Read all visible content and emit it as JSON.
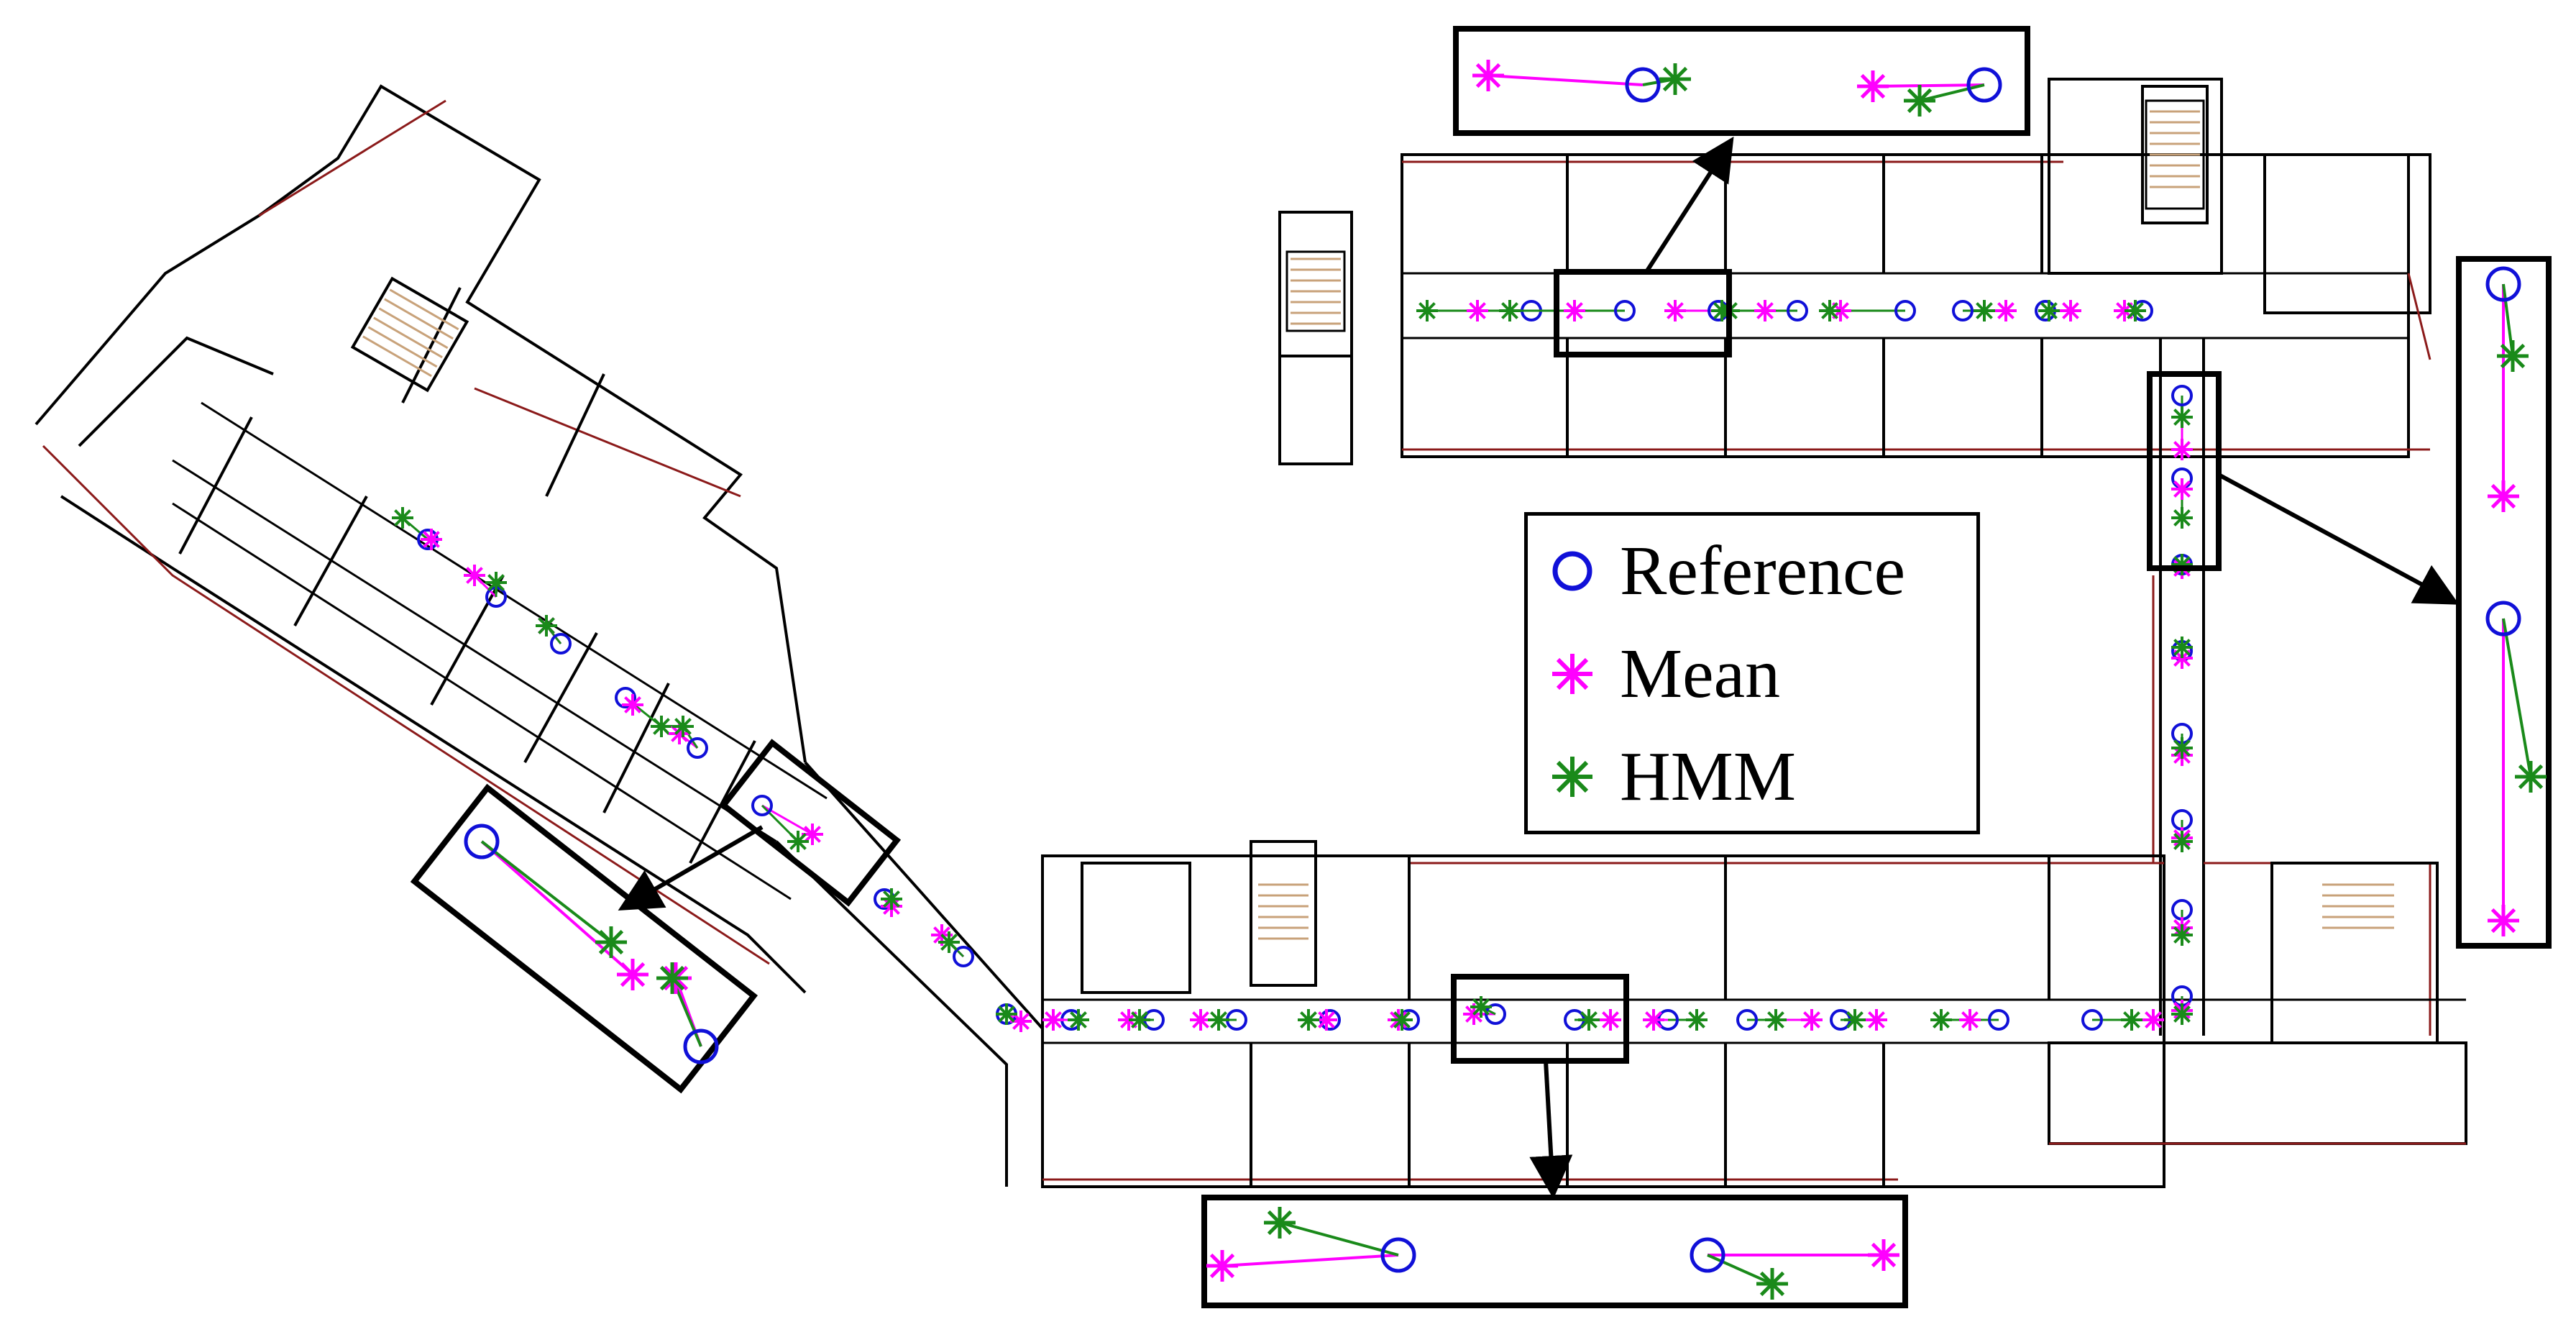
{
  "legend": {
    "reference_label": "Reference",
    "mean_label": "Mean",
    "hmm_label": "HMM"
  },
  "colors": {
    "reference": "#1010d8",
    "mean": "#ff00ff",
    "hmm": "#1a8a1a",
    "wall": "#000000",
    "wall_red": "#8b1a1a",
    "stairs": "#c8a27a",
    "background": "#ffffff"
  },
  "marker_icons": {
    "reference": "circle-icon",
    "mean": "magenta-asterisk-icon",
    "hmm": "green-asterisk-icon"
  }
}
